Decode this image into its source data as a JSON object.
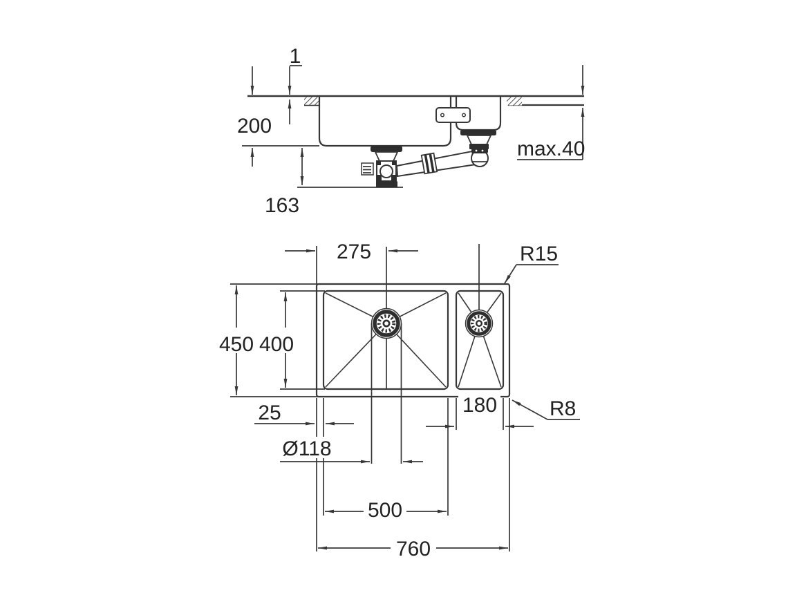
{
  "section_view": {
    "rim_height": "1",
    "bowl_depth": "200",
    "drain_clearance": "163",
    "max_counter_thickness": "max.40"
  },
  "plan_view": {
    "drain_offset": "275",
    "inner_corner_radius": "R15",
    "outer_depth": "450",
    "inner_depth": "400",
    "edge_offset": "25",
    "small_bowl_width": "180",
    "drain_diameter": "Ø118",
    "outer_corner_radius": "R8",
    "main_bowl_width": "500",
    "total_width": "760"
  },
  "colors": {
    "line": "#373737",
    "text": "#222222",
    "background": "#ffffff"
  }
}
